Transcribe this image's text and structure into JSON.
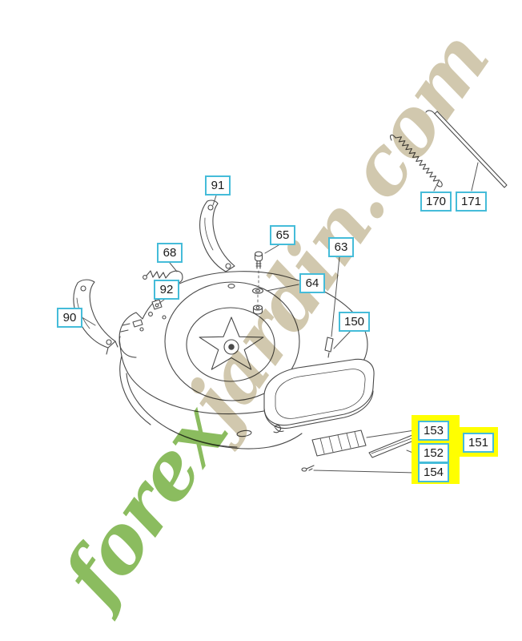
{
  "watermark": {
    "green_text": "forex",
    "tan_text": "jardin.com"
  },
  "colors": {
    "callout_border": "#45bcd9",
    "highlight_yellow": "#ffff00",
    "watermark_green": "#76b043",
    "watermark_tan": "#c9bfa0",
    "diagram_line": "#4a4a4a"
  },
  "part_labels": {
    "l90": "90",
    "l91": "91",
    "l92": "92",
    "l68": "68",
    "l65": "65",
    "l64": "64",
    "l63": "63",
    "l150": "150",
    "l170": "170",
    "l171": "171",
    "l151": "151",
    "l152": "152",
    "l153": "153",
    "l154": "154"
  }
}
